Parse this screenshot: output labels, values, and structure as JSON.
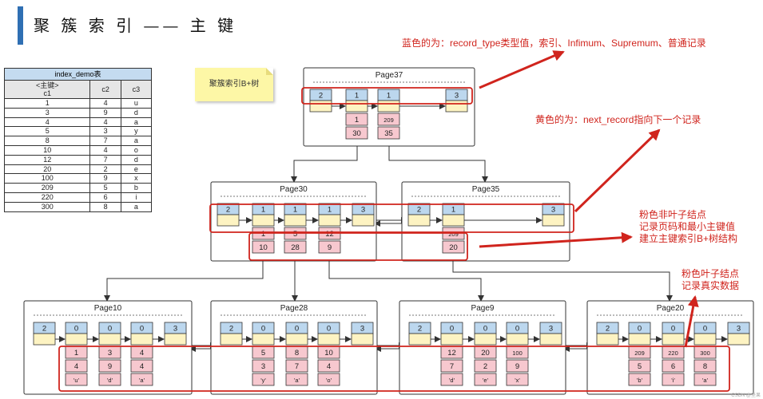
{
  "title": "聚 簇 索 引 —— 主 键",
  "note": "聚簇索引B+树",
  "table": {
    "caption": "index_demo表",
    "headers": [
      [
        "<主键>",
        "c1"
      ],
      [
        "c2"
      ],
      [
        "c3"
      ]
    ],
    "rows": [
      [
        "1",
        "4",
        "u"
      ],
      [
        "3",
        "9",
        "d"
      ],
      [
        "4",
        "4",
        "a"
      ],
      [
        "5",
        "3",
        "y"
      ],
      [
        "8",
        "7",
        "a"
      ],
      [
        "10",
        "4",
        "o"
      ],
      [
        "12",
        "7",
        "d"
      ],
      [
        "20",
        "2",
        "e"
      ],
      [
        "100",
        "9",
        "x"
      ],
      [
        "209",
        "5",
        "b"
      ],
      [
        "220",
        "6",
        "i"
      ],
      [
        "300",
        "8",
        "a"
      ]
    ]
  },
  "annotations": {
    "blue": "蓝色的为：record_type类型值，索引、Infimum、Supremum、普通记录",
    "yellow": "黄色的为：next_record指向下一个记录",
    "nonleaf": [
      "粉色非叶子结点",
      "记录页码和最小主键值",
      "建立主键索引B+树结构"
    ],
    "leaf": [
      "粉色叶子结点",
      "记录真实数据"
    ]
  },
  "pages": {
    "root": {
      "name": "Page37",
      "types": [
        "2",
        "1",
        "1",
        "3"
      ],
      "records": [
        [
          "1",
          "30"
        ],
        [
          "209",
          "35"
        ]
      ]
    },
    "mid": [
      {
        "name": "Page30",
        "types": [
          "2",
          "1",
          "1",
          "1",
          "3"
        ],
        "records": [
          [
            "1",
            "10"
          ],
          [
            "5",
            "28"
          ],
          [
            "12",
            "9"
          ]
        ]
      },
      {
        "name": "Page35",
        "types": [
          "2",
          "1",
          "3"
        ],
        "records": [
          [
            "209",
            "20"
          ]
        ]
      }
    ],
    "leaf": [
      {
        "name": "Page10",
        "types": [
          "2",
          "0",
          "0",
          "0",
          "3"
        ],
        "records": [
          [
            "1",
            "4",
            "'u'"
          ],
          [
            "3",
            "9",
            "'d'"
          ],
          [
            "4",
            "4",
            "'a'"
          ]
        ]
      },
      {
        "name": "Page28",
        "types": [
          "2",
          "0",
          "0",
          "0",
          "3"
        ],
        "records": [
          [
            "5",
            "3",
            "'y'"
          ],
          [
            "8",
            "7",
            "'a'"
          ],
          [
            "10",
            "4",
            "'o'"
          ]
        ]
      },
      {
        "name": "Page9",
        "types": [
          "2",
          "0",
          "0",
          "0",
          "3"
        ],
        "records": [
          [
            "12",
            "7",
            "'d'"
          ],
          [
            "20",
            "2",
            "'e'"
          ],
          [
            "100",
            "9",
            "'x'"
          ]
        ]
      },
      {
        "name": "Page20",
        "types": [
          "2",
          "0",
          "0",
          "0",
          "3"
        ],
        "records": [
          [
            "209",
            "5",
            "'b'"
          ],
          [
            "220",
            "6",
            "'i'"
          ],
          [
            "300",
            "8",
            "'a'"
          ]
        ]
      }
    ]
  },
  "colors": {
    "blue": "#bcd7ee",
    "yellow": "#fdf3c2",
    "pink": "#f7c8cf",
    "red": "#d0241d"
  },
  "watermark": "CSDN @坚果"
}
